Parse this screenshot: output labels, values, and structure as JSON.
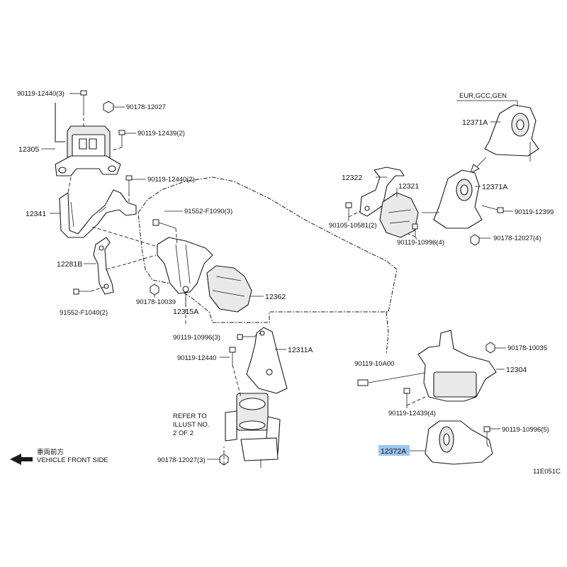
{
  "diagram_code": "11E051C",
  "direction": {
    "label_ja": "車両前方",
    "label_en": "VEHICLE FRONT SIDE"
  },
  "refer_note": {
    "line1": "REFER TO",
    "line2": "ILLUST NO.",
    "line3": "2 OF 2"
  },
  "region_note": "EUR,GCC,GEN",
  "highlighted_part": "12372A",
  "callouts": {
    "p90119_12440_3": "90119-12440(3)",
    "p90178_12027": "90178-12027",
    "p90119_12439_2": "90119-12439(2)",
    "p12305": "12305",
    "p90119_12440_2": "90119-12440(2)",
    "p12341": "12341",
    "p91552_F1090_3": "91552-F1090(3)",
    "p12281B": "12281B",
    "p91552_F1040_2": "91552-F1040(2)",
    "p90178_10039": "90178-10039",
    "p12315A": "12315A",
    "p12362": "12362",
    "p90119_10996_3": "90119-10996(3)",
    "p12311A": "12311A",
    "p90119_12440": "90119-12440",
    "p90178_12027_3": "90178-12027(3)",
    "p12322": "12322",
    "p12321": "12321",
    "p90105_10581_2": "90105-10581(2)",
    "p90119_10996_4": "90119-10996(4)",
    "p12371A_top": "12371A",
    "p12371A": "12371A",
    "p90119_12399": "90119-12399",
    "p90178_12027_4": "90178-12027(4)",
    "p90178_10035": "90178-10035",
    "p90119_10A00": "90119-10A00",
    "p12304": "12304",
    "p90119_12439_4": "90119-12439(4)",
    "p90119_10996_5": "90119-10996(5)",
    "p12372A": "12372A"
  }
}
